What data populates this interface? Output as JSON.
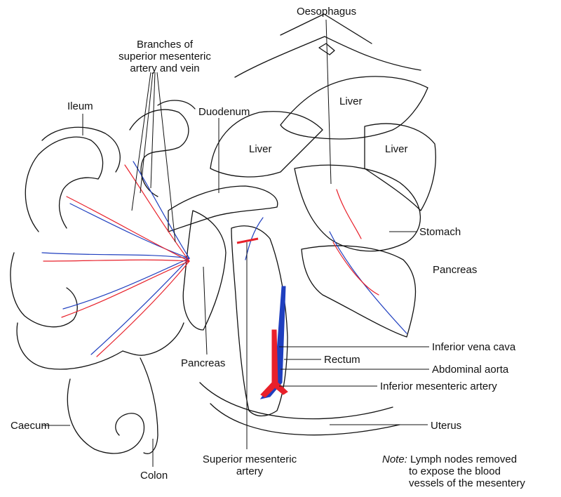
{
  "labels": {
    "oesophagus": "Oesophagus",
    "branches_line1": "Branches of",
    "branches_line2": "superior mesenteric",
    "branches_line3": "artery and vein",
    "ileum": "Ileum",
    "duodenum": "Duodenum",
    "liver_top": "Liver",
    "liver_left": "Liver",
    "liver_right": "Liver",
    "stomach": "Stomach",
    "pancreas_right": "Pancreas",
    "pancreas_center": "Pancreas",
    "inferior_vena_cava": "Inferior vena cava",
    "rectum": "Rectum",
    "abdominal_aorta": "Abdominal aorta",
    "inferior_mesenteric_artery": "Inferior mesenteric artery",
    "uterus": "Uterus",
    "caecum": "Caecum",
    "colon": "Colon",
    "sma_line1": "Superior mesenteric",
    "sma_line2": "artery"
  },
  "note": {
    "heading": "Note:",
    "line1": "Lymph nodes removed",
    "line2": "to expose the blood",
    "line3": "vessels of the mesentery"
  },
  "colors": {
    "outline": "#111111",
    "artery": "#e8202a",
    "vein": "#1f3fbf"
  }
}
